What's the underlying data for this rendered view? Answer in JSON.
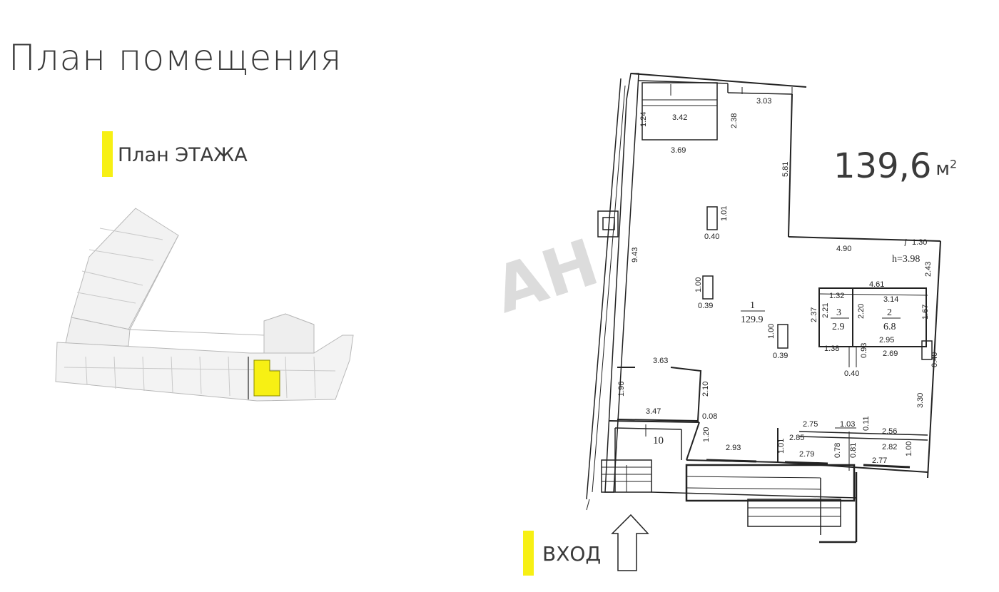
{
  "page": {
    "title": "План помещения"
  },
  "floor_plan": {
    "label": "План ЭТАЖА"
  },
  "entrance": {
    "label": "ВХОД"
  },
  "area": {
    "value": "139,6",
    "unit": "м",
    "unit_power": "2"
  },
  "watermark": {
    "text": "АН"
  },
  "colors": {
    "marker": "#f7f014",
    "highlight": "#f7f014",
    "lines": "#222222"
  },
  "rooms": [
    {
      "number": "1",
      "area": "129.9"
    },
    {
      "number": "2",
      "area": "6.8"
    },
    {
      "number": "3",
      "area": "2.9"
    },
    {
      "number": "10",
      "area": ""
    }
  ],
  "ceiling_height": "h=3.98",
  "dimensions": {
    "d1": "3.03",
    "d2": "3.42",
    "d3": "1.24",
    "d4": "2.38",
    "d5": "3.69",
    "d6": "5.81",
    "d7": "1.01",
    "d8": "0.40",
    "d9": "9.43",
    "d10": "1.30",
    "d11": "4.90",
    "d12": "2.43",
    "d13": "4.61",
    "d14": "1.32",
    "d15": "3.14",
    "d16": "1.00",
    "d17": "0.39",
    "d18": "2.37",
    "d19": "2.21",
    "d20": "2.20",
    "d21": "1.67",
    "d22": "1.00",
    "d23": "0.39",
    "d24": "2.95",
    "d25": "1.38",
    "d26": "2.69",
    "d27": "0.93",
    "d28": "0.40",
    "d29": "0.40",
    "d30": "3.63",
    "d31": "1.96",
    "d32": "2.10",
    "d33": "3.47",
    "d34": "0.08",
    "d35": "3.30",
    "d36": "2.75",
    "d37": "1.03",
    "d38": "0.11",
    "d39": "2.56",
    "d40": "1.20",
    "d41": "2.85",
    "d42": "2.82",
    "d43": "1.01",
    "d44": "2.93",
    "d45": "2.79",
    "d46": "0.78",
    "d47": "0.81",
    "d48": "2.77",
    "d49": "1.00"
  }
}
